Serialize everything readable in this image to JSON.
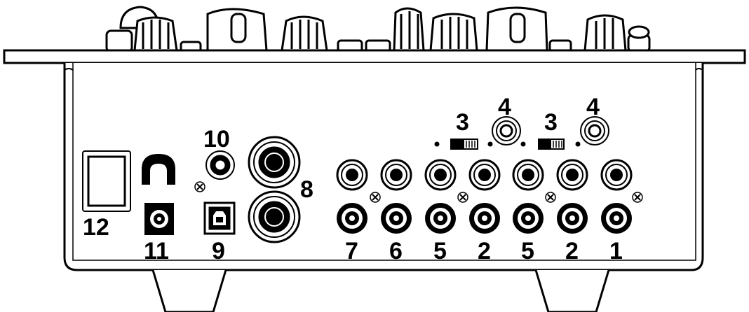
{
  "labels": {
    "l1": "1",
    "l2a": "2",
    "l2b": "2",
    "l3a": "3",
    "l3b": "3",
    "l4a": "4",
    "l4b": "4",
    "l5a": "5",
    "l5b": "5",
    "l6": "6",
    "l7": "7",
    "l8": "8",
    "l9": "9",
    "l10": "10",
    "l11": "11",
    "l12": "12"
  },
  "colors": {
    "ink": "#000000",
    "paper": "#ffffff"
  },
  "icons": [
    "knob-icon",
    "rca-jack-icon",
    "trs-jack-icon",
    "usb-b-port-icon",
    "dc-power-jack-icon",
    "power-switch-icon",
    "cable-hook-icon",
    "screw-icon",
    "slide-switch-icon",
    "ground-terminal-icon"
  ]
}
